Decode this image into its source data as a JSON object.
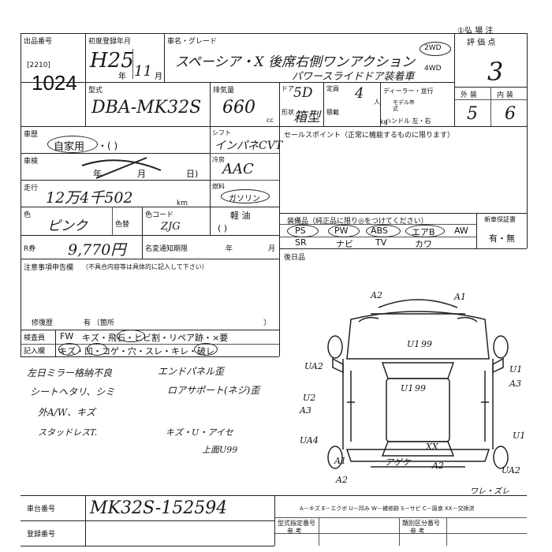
{
  "header": {
    "top_right": "①弘 場 注"
  },
  "lot": {
    "label": "出品番号",
    "code": "[2210]",
    "number": "1024"
  },
  "reg": {
    "label": "初度登録年月",
    "era": "H25",
    "year_unit": "年",
    "month": "11",
    "month_unit": "月"
  },
  "name": {
    "label": "車名・グレード",
    "line1": "スペーシア・X 後席右側ワンアクション",
    "line2": "パワースライドドア装着車"
  },
  "drive": {
    "opt1": "2WD",
    "opt2": "4WD"
  },
  "score": {
    "label": "評 価 点",
    "value": "3",
    "ext_label": "外 装",
    "int_label": "内 装",
    "ext": "5",
    "int": "6"
  },
  "model": {
    "label": "型式",
    "value": "DBA-MK32S"
  },
  "disp": {
    "label": "排気量",
    "value": "660",
    "unit": "cc"
  },
  "doors": {
    "label": "ドア",
    "value": "5D"
  },
  "cap": {
    "label": "定員",
    "value": "4",
    "unit": "人"
  },
  "shape": {
    "label": "形状",
    "value": "箱型"
  },
  "load": {
    "label": "積載",
    "unit": "kg"
  },
  "dealer": {
    "label": "ディーラー・並行",
    "model_year_label": "モデル年式",
    "handle_label": "ハンドル 左・右"
  },
  "usage": {
    "label": "車歴",
    "value": "自家用",
    "rest": "・(            )"
  },
  "inspection": {
    "label": "車検",
    "year": "年",
    "month": "月",
    "day": "日)"
  },
  "mileage": {
    "label": "走行",
    "value": "12万4千502",
    "unit": "km"
  },
  "shift": {
    "label": "シフト",
    "value": "インパネCVT"
  },
  "cooling": {
    "label": "冷房",
    "value": "AAC"
  },
  "fuel": {
    "label": "燃料",
    "opt1": "ガソリン",
    "opt2": "軽 油",
    "paren": "(          )"
  },
  "color": {
    "label": "色",
    "value": "ピンク",
    "no_label": "色替",
    "code_label": "色コード",
    "code": "ZJG"
  },
  "recycle": {
    "label": "R券",
    "value": "9,770円",
    "expiry_label": "名変通知期限",
    "year": "年",
    "month": "月"
  },
  "sales": {
    "label": "セールスポイント（正常に機能するものに限ります）"
  },
  "equipment": {
    "label": "装備品（純正品に限り◎をつけてください）",
    "row1": [
      "PS",
      "PW",
      "ABS",
      "エアB",
      "AW"
    ],
    "row2": [
      "SR",
      "ナビ",
      "TV",
      "カワ",
      ""
    ],
    "new_label": "新車保証書",
    "new_value": "有・無"
  },
  "rear": {
    "label": "後日品"
  },
  "notes": {
    "label": "注意事項申告欄",
    "sub": "（不具合内容等は具体的に記入して下さい）"
  },
  "repair": {
    "label": "修復歴",
    "value": "有 〔箇所",
    "close": "〕"
  },
  "inspect": {
    "label1": "検査員",
    "label2": "記入欄",
    "code": "FW",
    "row1": "キズ・飛石・ヒビ割・リペア跡・×要",
    "row2": "キズ・凹・コゲ・穴・スレ・キレ・破レ"
  },
  "handwritten": {
    "l1a": "左日ミラー格納不良",
    "l1b": "エンドパネル歪",
    "l2a": "シートヘタリ、シミ",
    "l2b": "ロアサポート(ネジ)歪",
    "l3": "外A/W、キズ",
    "l4a": "スタッドレスT.",
    "l4b": "キズ・U・アイセ",
    "l5": "上面U99"
  },
  "damage": [
    "A2",
    "A1",
    "U1",
    "99",
    "UA2",
    "U1",
    "A3",
    "U1",
    "99",
    "U2",
    "A3",
    "UA4",
    "A1",
    "XX",
    "アゲケ",
    "U1",
    "A2",
    "UA2",
    "A2",
    "ワレ・ズレ"
  ],
  "legend": {
    "text": "A－キズ  E－エクボ  U－凹み  W－補修跡  S－サビ  C－腐食  XX－交換済"
  },
  "chassis": {
    "label": "車台番号",
    "value": "MK32S-152594"
  },
  "plate": {
    "label": "登録番号"
  },
  "bottom": {
    "cert_label": "型式指定番号",
    "cert_sub": "参 考",
    "class_label": "類別区分番号",
    "class_sub": "参 考"
  }
}
